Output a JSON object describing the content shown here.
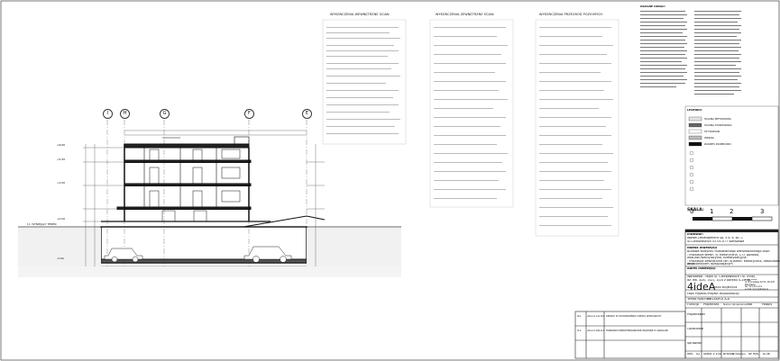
{
  "sections": {
    "walls_inside": "WYKOŃCZENIA WEWNĘTRZNE ŚCIAN",
    "walls_outside": "WYKOŃCZENIA ZEWNĘTRZNE ŚCIAN",
    "floors": "WYKOŃCZENIA PRZEGRÓD POZIOMYCH",
    "general_notes": "OGÓLNE UWAGI:"
  },
  "grid_axes": [
    "I",
    "H",
    "G",
    "F",
    "E"
  ],
  "legend": {
    "title": "LEGENDA:",
    "items": [
      "ŚCIANA BETONOWA",
      "ŚCIANA MUROWANA",
      "STYROPIAN",
      "WEŁNA",
      "ZAKRES ROZBIÓRKI"
    ]
  },
  "scale": {
    "title": "SKALA:",
    "ticks": [
      "0",
      "1",
      "2",
      "3"
    ]
  },
  "title_block": {
    "investor_label": "Inwestor:",
    "investor_lines": [
      "Wawel Development Sp. z o. o. sp. j.",
      "ul.Ciećkowskich 53    05-077 Warszawa"
    ],
    "project_label": "Nazwa Inwestycji",
    "project_lines": [
      "Budowa Budynku mieszkalnego wielorodzinnego oraz:",
      "- instalacje wewn. tj. elektryczna, C.O, gazowa,",
      "wod-kan,wentylacyjna, klimatyzacyjna.",
      "- instalacje zewnętrzne tzn.:tj.elektr. elektryczna, deszczowa wraz",
      "ze zbiornikiem rozsączającym"
    ],
    "address_label": "Adres Inwestycji",
    "address_lines": [
      "Warszawa - rejon ul. Ciećkowskich i ul. Innej,",
      "dz. ew. 3/20, 3/21, 3/24 z obrębu 4-16-48."
    ],
    "firm_logo": "4ideA",
    "firm_sub": "BIURO PROJEKTOWE",
    "firm_contact": "Wiert Rasiel\nul. Bronisława 22/13, 00-076 Warszawa\ntel. 511-111-111\ne-mail: biuro@4idea.pl",
    "faza_label": "Faza Projektu",
    "faza_value": "Projekt Wykonawczy",
    "temat_label": "Temat Rysunku",
    "temat_value": "PRZEKRÓJ A-A",
    "role_header": [
      "Funkcja",
      "Projektant",
      "Numer Uprawnień",
      "Data",
      "Podpis"
    ],
    "roles": [
      "Projektował",
      "Opracował",
      "Sprawdził"
    ],
    "skala_label": "Skala",
    "skala_value": "1:100",
    "branza_label": "Branża",
    "branza_value": "Architektura",
    "nr_label": "Nr Rys.",
    "nr_value": "A-06",
    "rev_label": "Rev.",
    "rev_value": "02"
  },
  "revisions": [
    {
      "no": "02",
      "date": "2023.10.04",
      "desc": "ZMIANY W WYKOŃCZENIU CZĘŚCI WSPÓLNYCH"
    },
    {
      "no": "01",
      "date": "2023.04.03",
      "desc": "POPRAWKI MIĘDZYBRANŻOWE ZGODNIE Z UWAGAMI"
    }
  ],
  "level_labels": [
    "+8.60",
    "+5.95",
    "+3.00",
    "+0.00",
    "-3.00"
  ],
  "terrain_label": "t.t. ISTNIEJĄCY TEREN"
}
